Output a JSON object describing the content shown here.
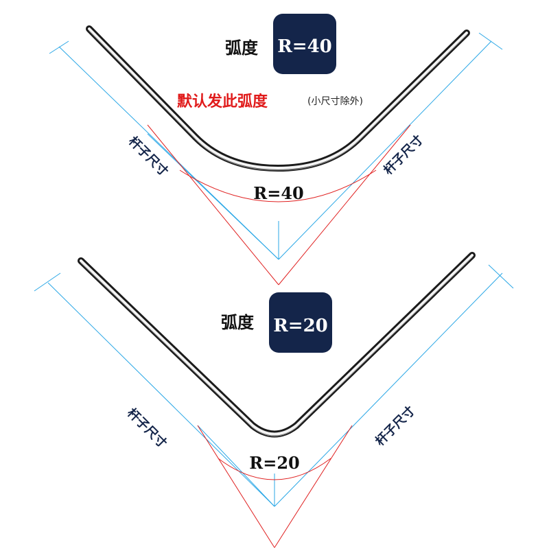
{
  "colors": {
    "badge_bg": "#14254a",
    "dimension_line": "#2aa7e6",
    "red_line": "#e02020",
    "dim_text": "#14254a",
    "default_note": "#e01b1b"
  },
  "top": {
    "title": "弧度",
    "badge": "R=40",
    "default_note": "默认发此弧度",
    "sub_note": "(小尺寸除外)",
    "radius_label": "R=40",
    "left_dim_label": "杆子尺寸",
    "right_dim_label": "杆子尺寸"
  },
  "bottom": {
    "title": "弧度",
    "badge": "R=20",
    "radius_label": "R=20",
    "left_dim_label": "杆子尺寸",
    "right_dim_label": "杆子尺寸"
  }
}
